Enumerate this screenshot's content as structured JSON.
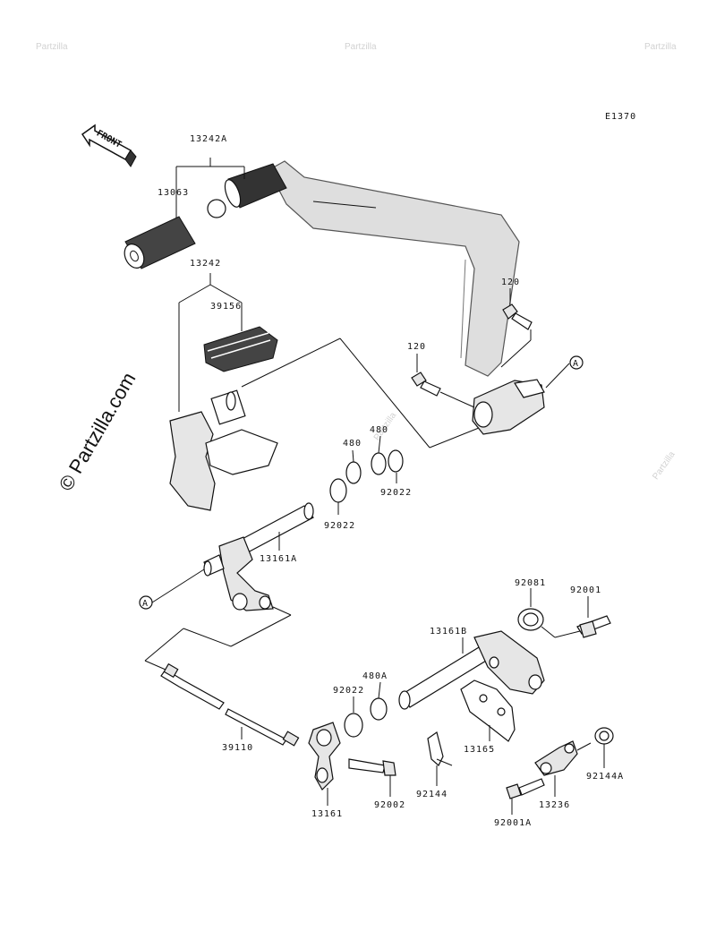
{
  "watermark": {
    "brand": "Partzilla",
    "text": "© Partzilla.com",
    "copyright_symbol": "©"
  },
  "diagram_code": "E1370",
  "front_arrow": "FRONT",
  "callouts": {
    "A_top": "A",
    "A_bottom": "A"
  },
  "parts": {
    "p13242A": "13242A",
    "p13063": "13063",
    "p13242": "13242",
    "p39156": "39156",
    "p120_top": "120",
    "p120_mid": "120",
    "p480_left": "480",
    "p480_right": "480",
    "p92022_right": "92022",
    "p92022_left": "92022",
    "p13161A": "13161A",
    "p92081": "92081",
    "p92001": "92001",
    "p13161B": "13161B",
    "p480A": "480A",
    "p92022_low": "92022",
    "p39110": "39110",
    "p13165": "13165",
    "p92144": "92144",
    "p92144A": "92144A",
    "p13236": "13236",
    "p92001A": "92001A",
    "p92002": "92002",
    "p13161": "13161"
  },
  "colors": {
    "line": "#111111",
    "part_fill": "#e6e6e6",
    "lever_fill": "#dedede",
    "watermark": "#d2d2d2"
  }
}
